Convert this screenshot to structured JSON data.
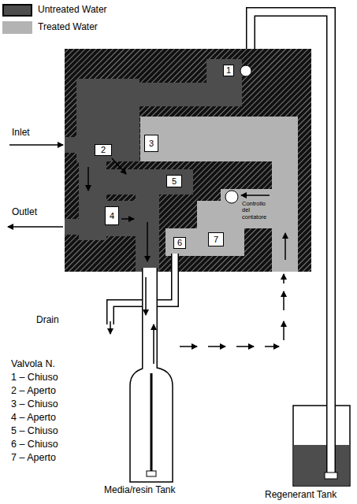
{
  "diagram": {
    "nodes": [
      {
        "text": [
          "1"
        ]
      },
      {
        "text": [
          "2"
        ]
      },
      {
        "text": [
          "3"
        ]
      },
      {
        "text": [
          "4"
        ]
      },
      {
        "text": [
          "5"
        ]
      },
      {
        "text": [
          "6"
        ]
      },
      {
        "text": [
          "7"
        ]
      },
      {
        "text": [
          "Media/resin Tank"
        ]
      },
      {
        "text": [
          "Regenerant Tank"
        ]
      }
    ],
    "labels": [
      "Inlet",
      "Outlet",
      "Drain",
      "Controllo del contatore",
      "Valvola N.",
      "1 – Chiuso",
      "2 – Aperto",
      "3 – Chiuso",
      "4 – Aperto",
      "5 – Chiuso",
      "6 – Chiuso",
      "7 – Aperto"
    ],
    "legend": [
      {
        "text": "Untreated Water",
        "color": "#4d4d4d"
      },
      {
        "text": "Treated Water",
        "color": "#b3b3b3"
      }
    ]
  }
}
